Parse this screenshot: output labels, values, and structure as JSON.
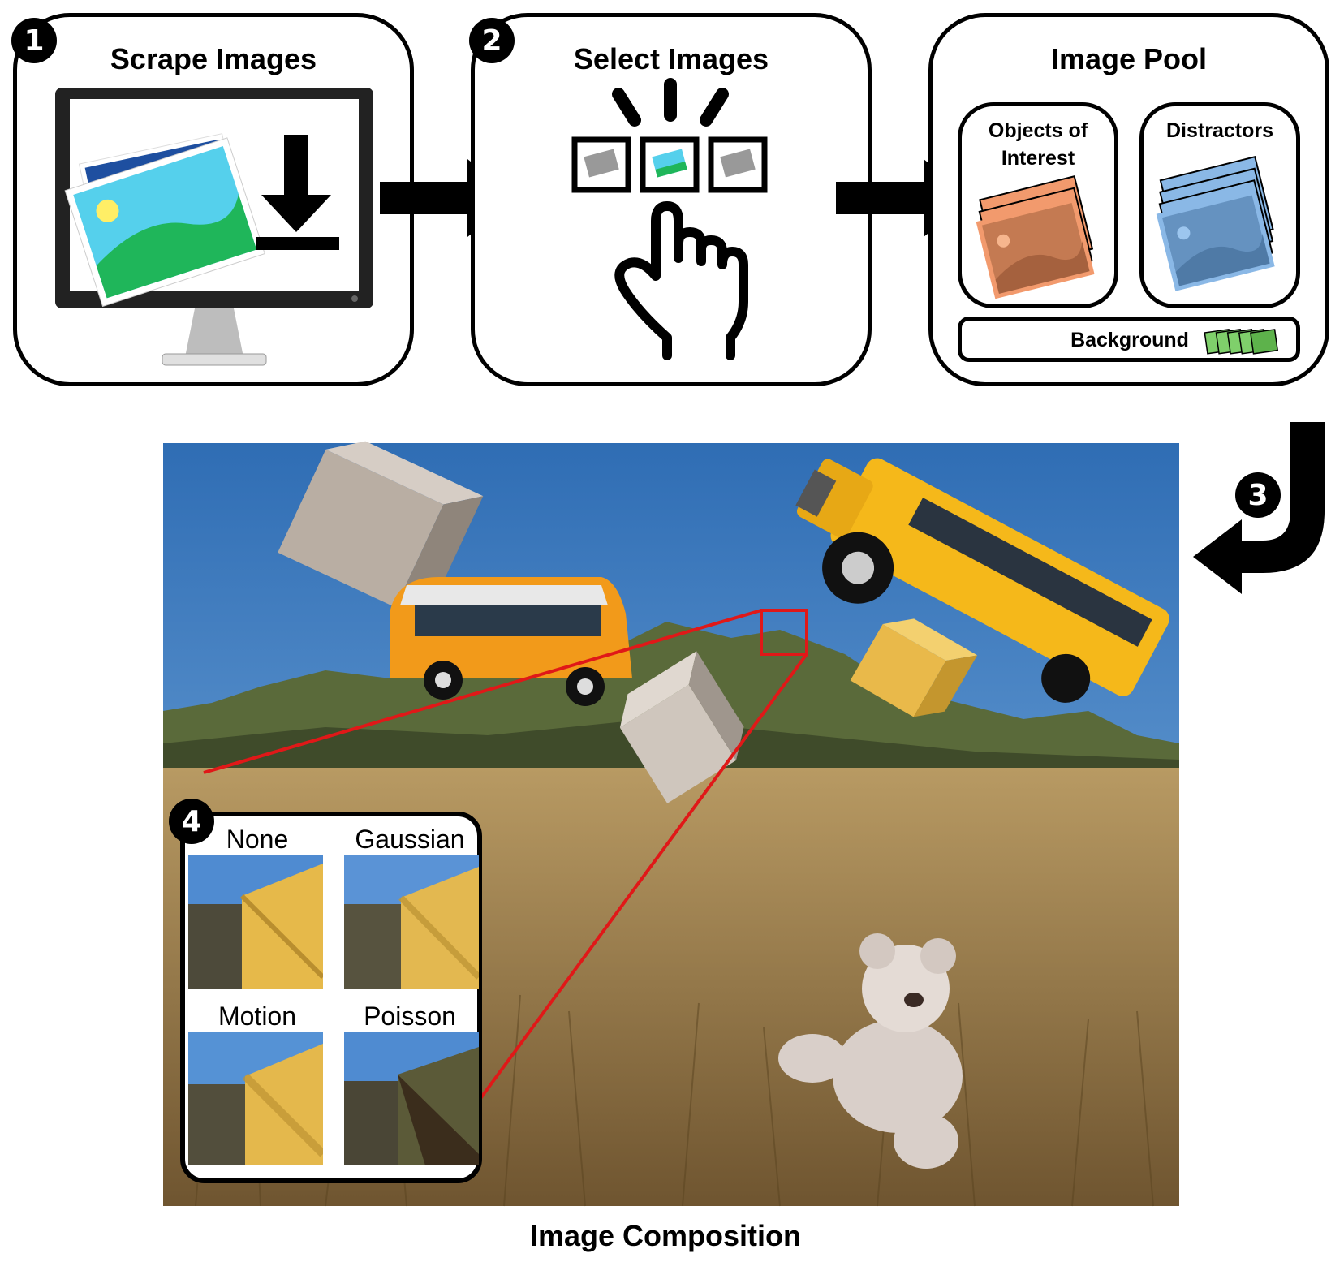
{
  "steps": {
    "step1": {
      "number": "1",
      "title": "Scrape Images"
    },
    "step2": {
      "number": "2",
      "title": "Select Images"
    },
    "pool": {
      "title": "Image Pool",
      "objects_label": "Objects of Interest",
      "distractors_label": "Distractors",
      "background_label": "Background"
    },
    "step3": {
      "number": "3"
    },
    "step4": {
      "number": "4"
    }
  },
  "composition": {
    "caption": "Image Composition",
    "blend_modes": [
      "None",
      "Gaussian",
      "Motion",
      "Poisson"
    ]
  },
  "colors": {
    "stroke": "#000000",
    "highlight": "#e02020",
    "objects": "#f29a6d",
    "distractors": "#8ab8e6",
    "background": "#7fd06b",
    "sky": "#4f86c6",
    "field": "#9a7a45",
    "box_yellow": "#e9b94a"
  }
}
